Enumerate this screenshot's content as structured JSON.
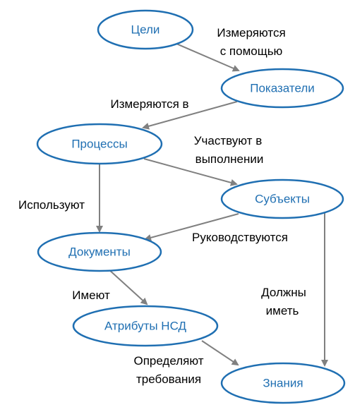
{
  "colors": {
    "node_outline": "#1f6fb2",
    "node_text": "#1f6fb2",
    "edge": "#808080",
    "edge_text": "#000000"
  },
  "nodes": {
    "goals": "Цели",
    "indicators": "Показатели",
    "processes": "Процессы",
    "subjects": "Субъекты",
    "documents": "Документы",
    "nsd_attributes": "Атрибуты НСД",
    "knowledge": "Знания"
  },
  "edges": {
    "goals_indicators": [
      "Измеряются",
      "с помощью"
    ],
    "indicators_processes": [
      "Измеряются в"
    ],
    "processes_subjects": [
      "Участвуют в",
      "выполнении"
    ],
    "processes_documents": [
      "Используют"
    ],
    "subjects_documents": [
      "Руководствуются"
    ],
    "documents_attributes": [
      "Имеют"
    ],
    "subjects_knowledge": [
      "Должны",
      "иметь"
    ],
    "attributes_knowledge": [
      "Определяют",
      "требования"
    ]
  }
}
